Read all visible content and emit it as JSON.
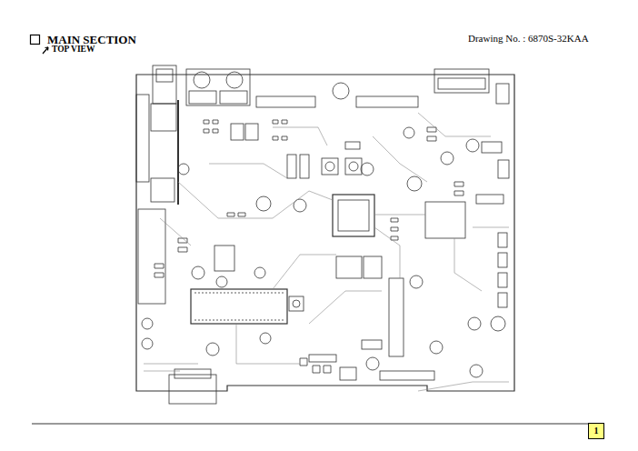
{
  "diagram": {
    "title": "MAIN SECTION",
    "nodes": [
      {
        "text": [
          "1"
        ]
      }
    ],
    "labels": [
      "TOP VIEW",
      "Drawing No. : 6870S-32KAA"
    ]
  }
}
